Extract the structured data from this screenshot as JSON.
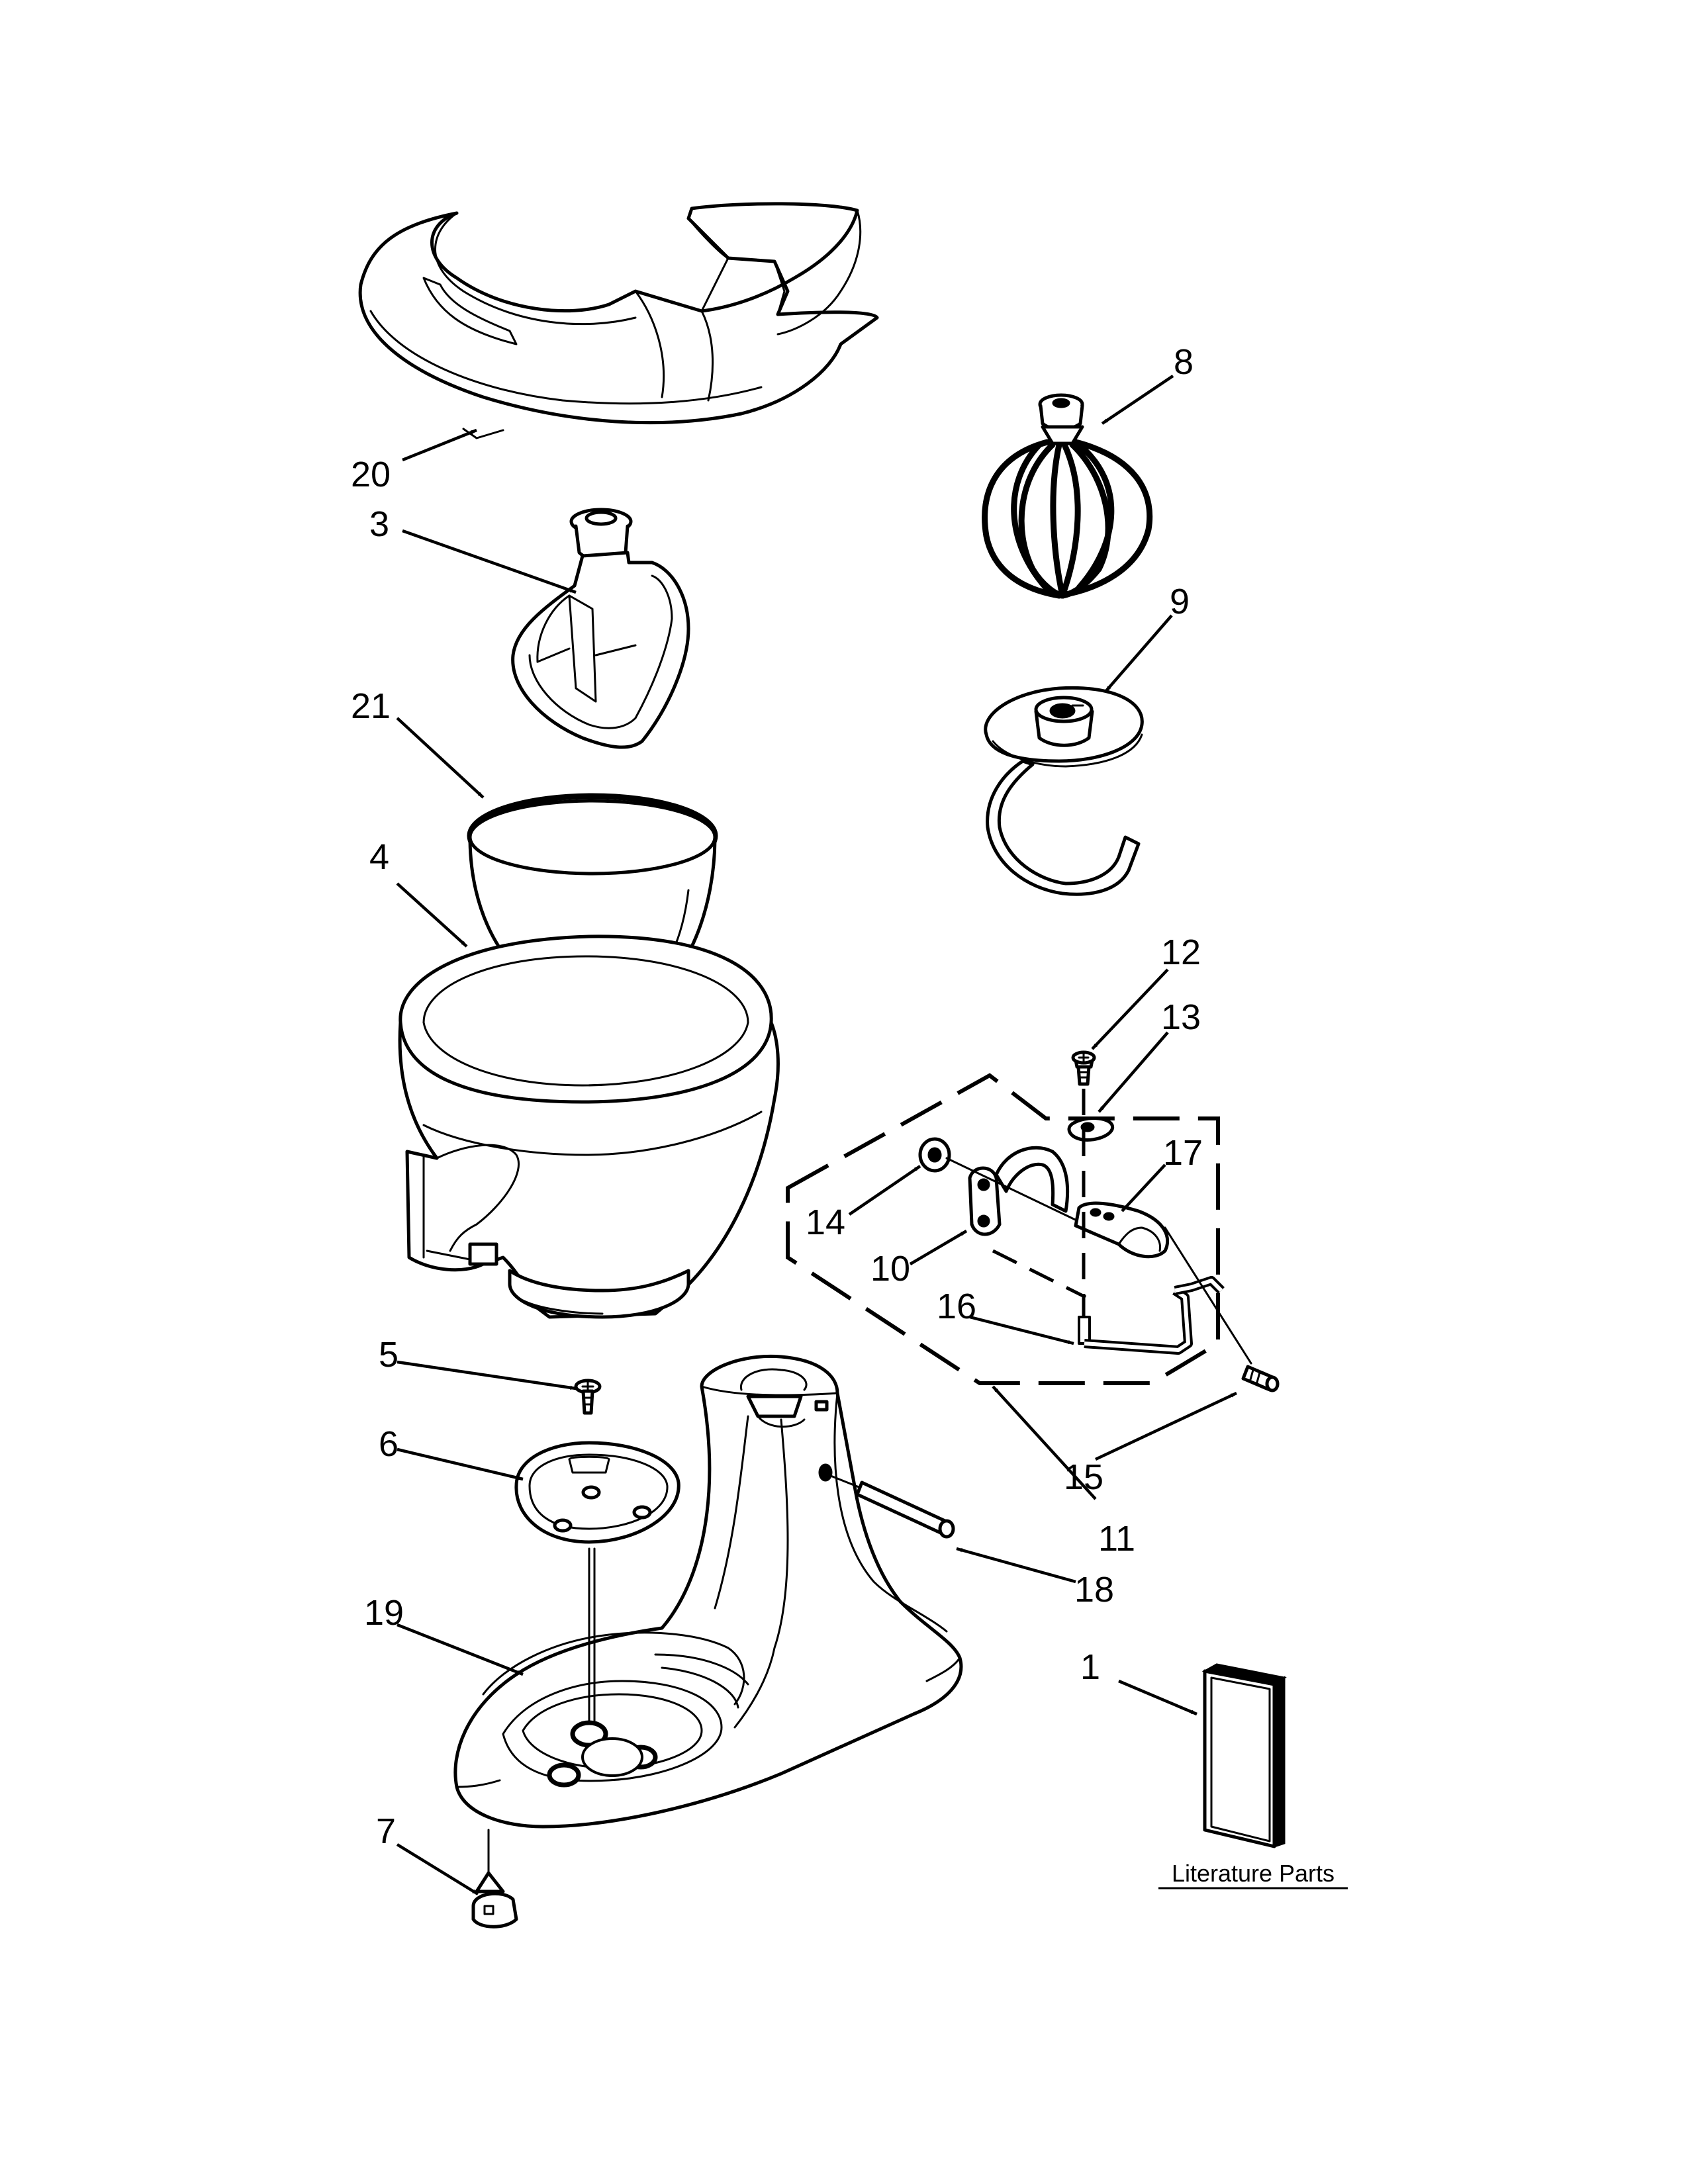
{
  "callouts": [
    {
      "id": "1",
      "label": "1"
    },
    {
      "id": "3",
      "label": "3"
    },
    {
      "id": "4",
      "label": "4"
    },
    {
      "id": "5",
      "label": "5"
    },
    {
      "id": "6",
      "label": "6"
    },
    {
      "id": "7",
      "label": "7"
    },
    {
      "id": "8",
      "label": "8"
    },
    {
      "id": "9",
      "label": "9"
    },
    {
      "id": "10",
      "label": "10"
    },
    {
      "id": "11",
      "label": "11"
    },
    {
      "id": "12",
      "label": "12"
    },
    {
      "id": "13",
      "label": "13"
    },
    {
      "id": "14",
      "label": "14"
    },
    {
      "id": "15",
      "label": "15"
    },
    {
      "id": "16",
      "label": "16"
    },
    {
      "id": "17",
      "label": "17"
    },
    {
      "id": "18",
      "label": "18"
    },
    {
      "id": "19",
      "label": "19"
    },
    {
      "id": "20",
      "label": "20"
    },
    {
      "id": "21",
      "label": "21"
    }
  ],
  "literature_label": "Literature Parts"
}
